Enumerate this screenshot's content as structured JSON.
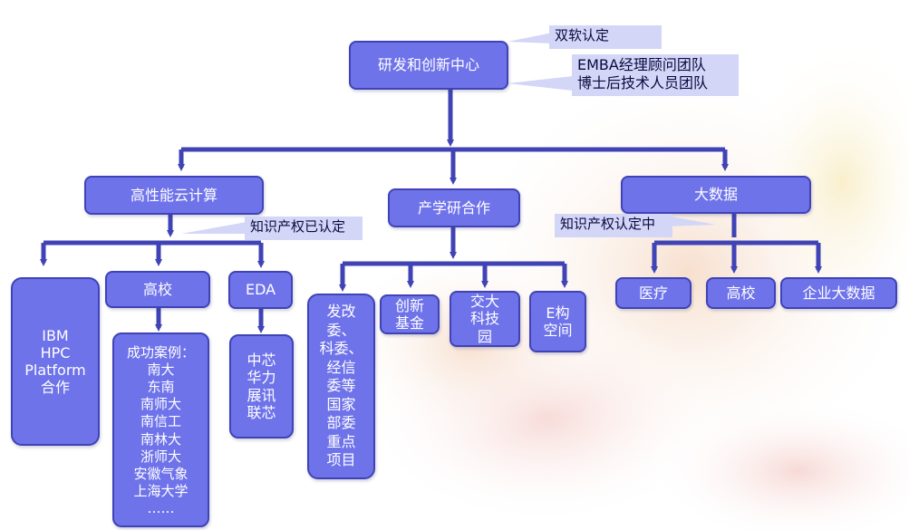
{
  "center": {
    "label": "研发和创新中心"
  },
  "callouts": {
    "double_soft": "双软认定",
    "team": "EMBA经理顾问团队\n博士后技术人员团队",
    "ip_certified": "知识产权已认定",
    "ip_pending": "知识产权认定中"
  },
  "branches": {
    "hpc_cloud": {
      "label": "高性能云计算",
      "ibm": "IBM\nHPC\nPlatform\n合作",
      "university": "高校",
      "cases": "成功案例：\n南大\n东南\n南师大\n南信工\n南林大\n浙师大\n安徽气象\n上海大学\n……",
      "eda": "EDA",
      "eda_partners": "中芯\n华力\n展讯\n联芯"
    },
    "industry": {
      "label": "产学研合作",
      "government": "发改\n委、\n科委、\n经信\n委等\n国家\n部委\n重点\n项目",
      "fund": "创新\n基金",
      "park": "交大\n科技\n园",
      "space": "E构\n空间"
    },
    "bigdata": {
      "label": "大数据",
      "medical": "医疗",
      "university": "高校",
      "enterprise": "企业大数据"
    }
  },
  "colors": {
    "node_fill": "#6f73ea",
    "node_border": "#3f43b5",
    "line": "#3f43b5",
    "callout": "#d3d6f7"
  }
}
